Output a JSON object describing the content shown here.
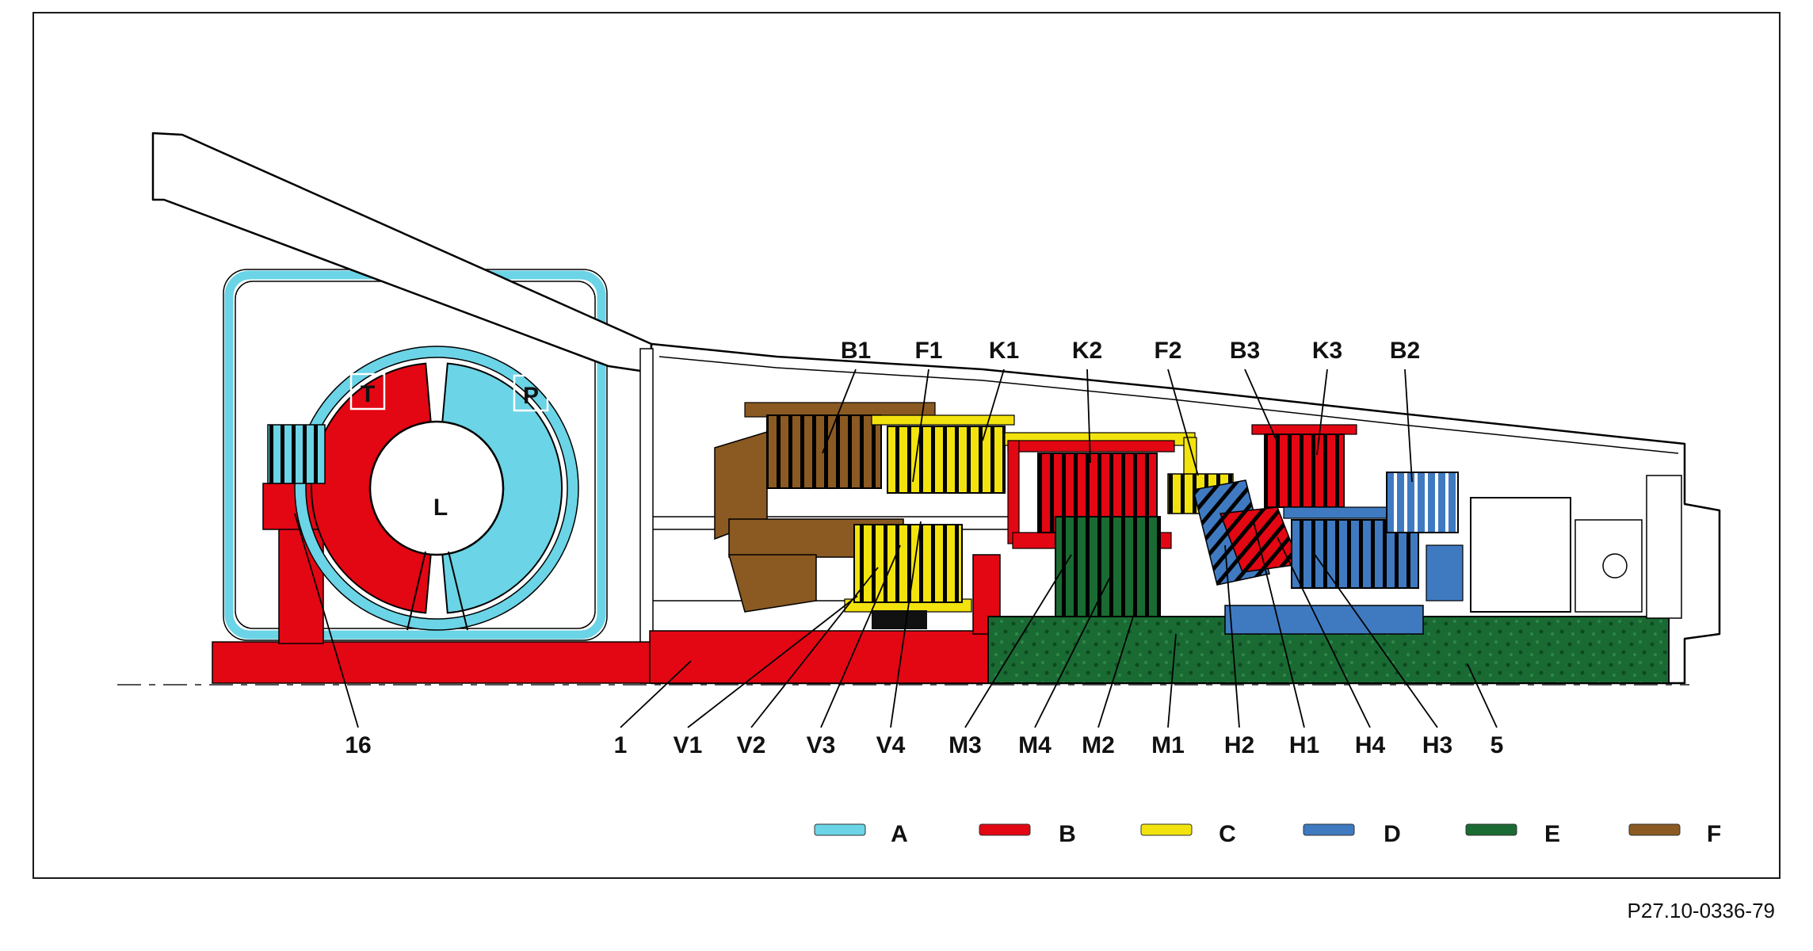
{
  "figure": {
    "reference": "P27.10-0336-79"
  },
  "converter": {
    "turbine_label": "T",
    "pump_label": "P",
    "stator_label": "L"
  },
  "top_labels": [
    {
      "text": "B1"
    },
    {
      "text": "F1"
    },
    {
      "text": "K1"
    },
    {
      "text": "K2"
    },
    {
      "text": "F2"
    },
    {
      "text": "B3"
    },
    {
      "text": "K3"
    },
    {
      "text": "B2"
    }
  ],
  "bottom_labels": [
    {
      "text": "16"
    },
    {
      "text": "1"
    },
    {
      "text": "V1"
    },
    {
      "text": "V2"
    },
    {
      "text": "V3"
    },
    {
      "text": "V4"
    },
    {
      "text": "M3"
    },
    {
      "text": "M4"
    },
    {
      "text": "M2"
    },
    {
      "text": "M1"
    },
    {
      "text": "H2"
    },
    {
      "text": "H1"
    },
    {
      "text": "H4"
    },
    {
      "text": "H3"
    },
    {
      "text": "5"
    }
  ],
  "legend": {
    "items": [
      {
        "label": "A",
        "color": "#6bd4e6"
      },
      {
        "label": "B",
        "color": "#e30613"
      },
      {
        "label": "C",
        "color": "#f2e30e"
      },
      {
        "label": "D",
        "color": "#3f7ac1"
      },
      {
        "label": "E",
        "color": "#1a6b33"
      },
      {
        "label": "F",
        "color": "#8a5a22"
      }
    ]
  }
}
